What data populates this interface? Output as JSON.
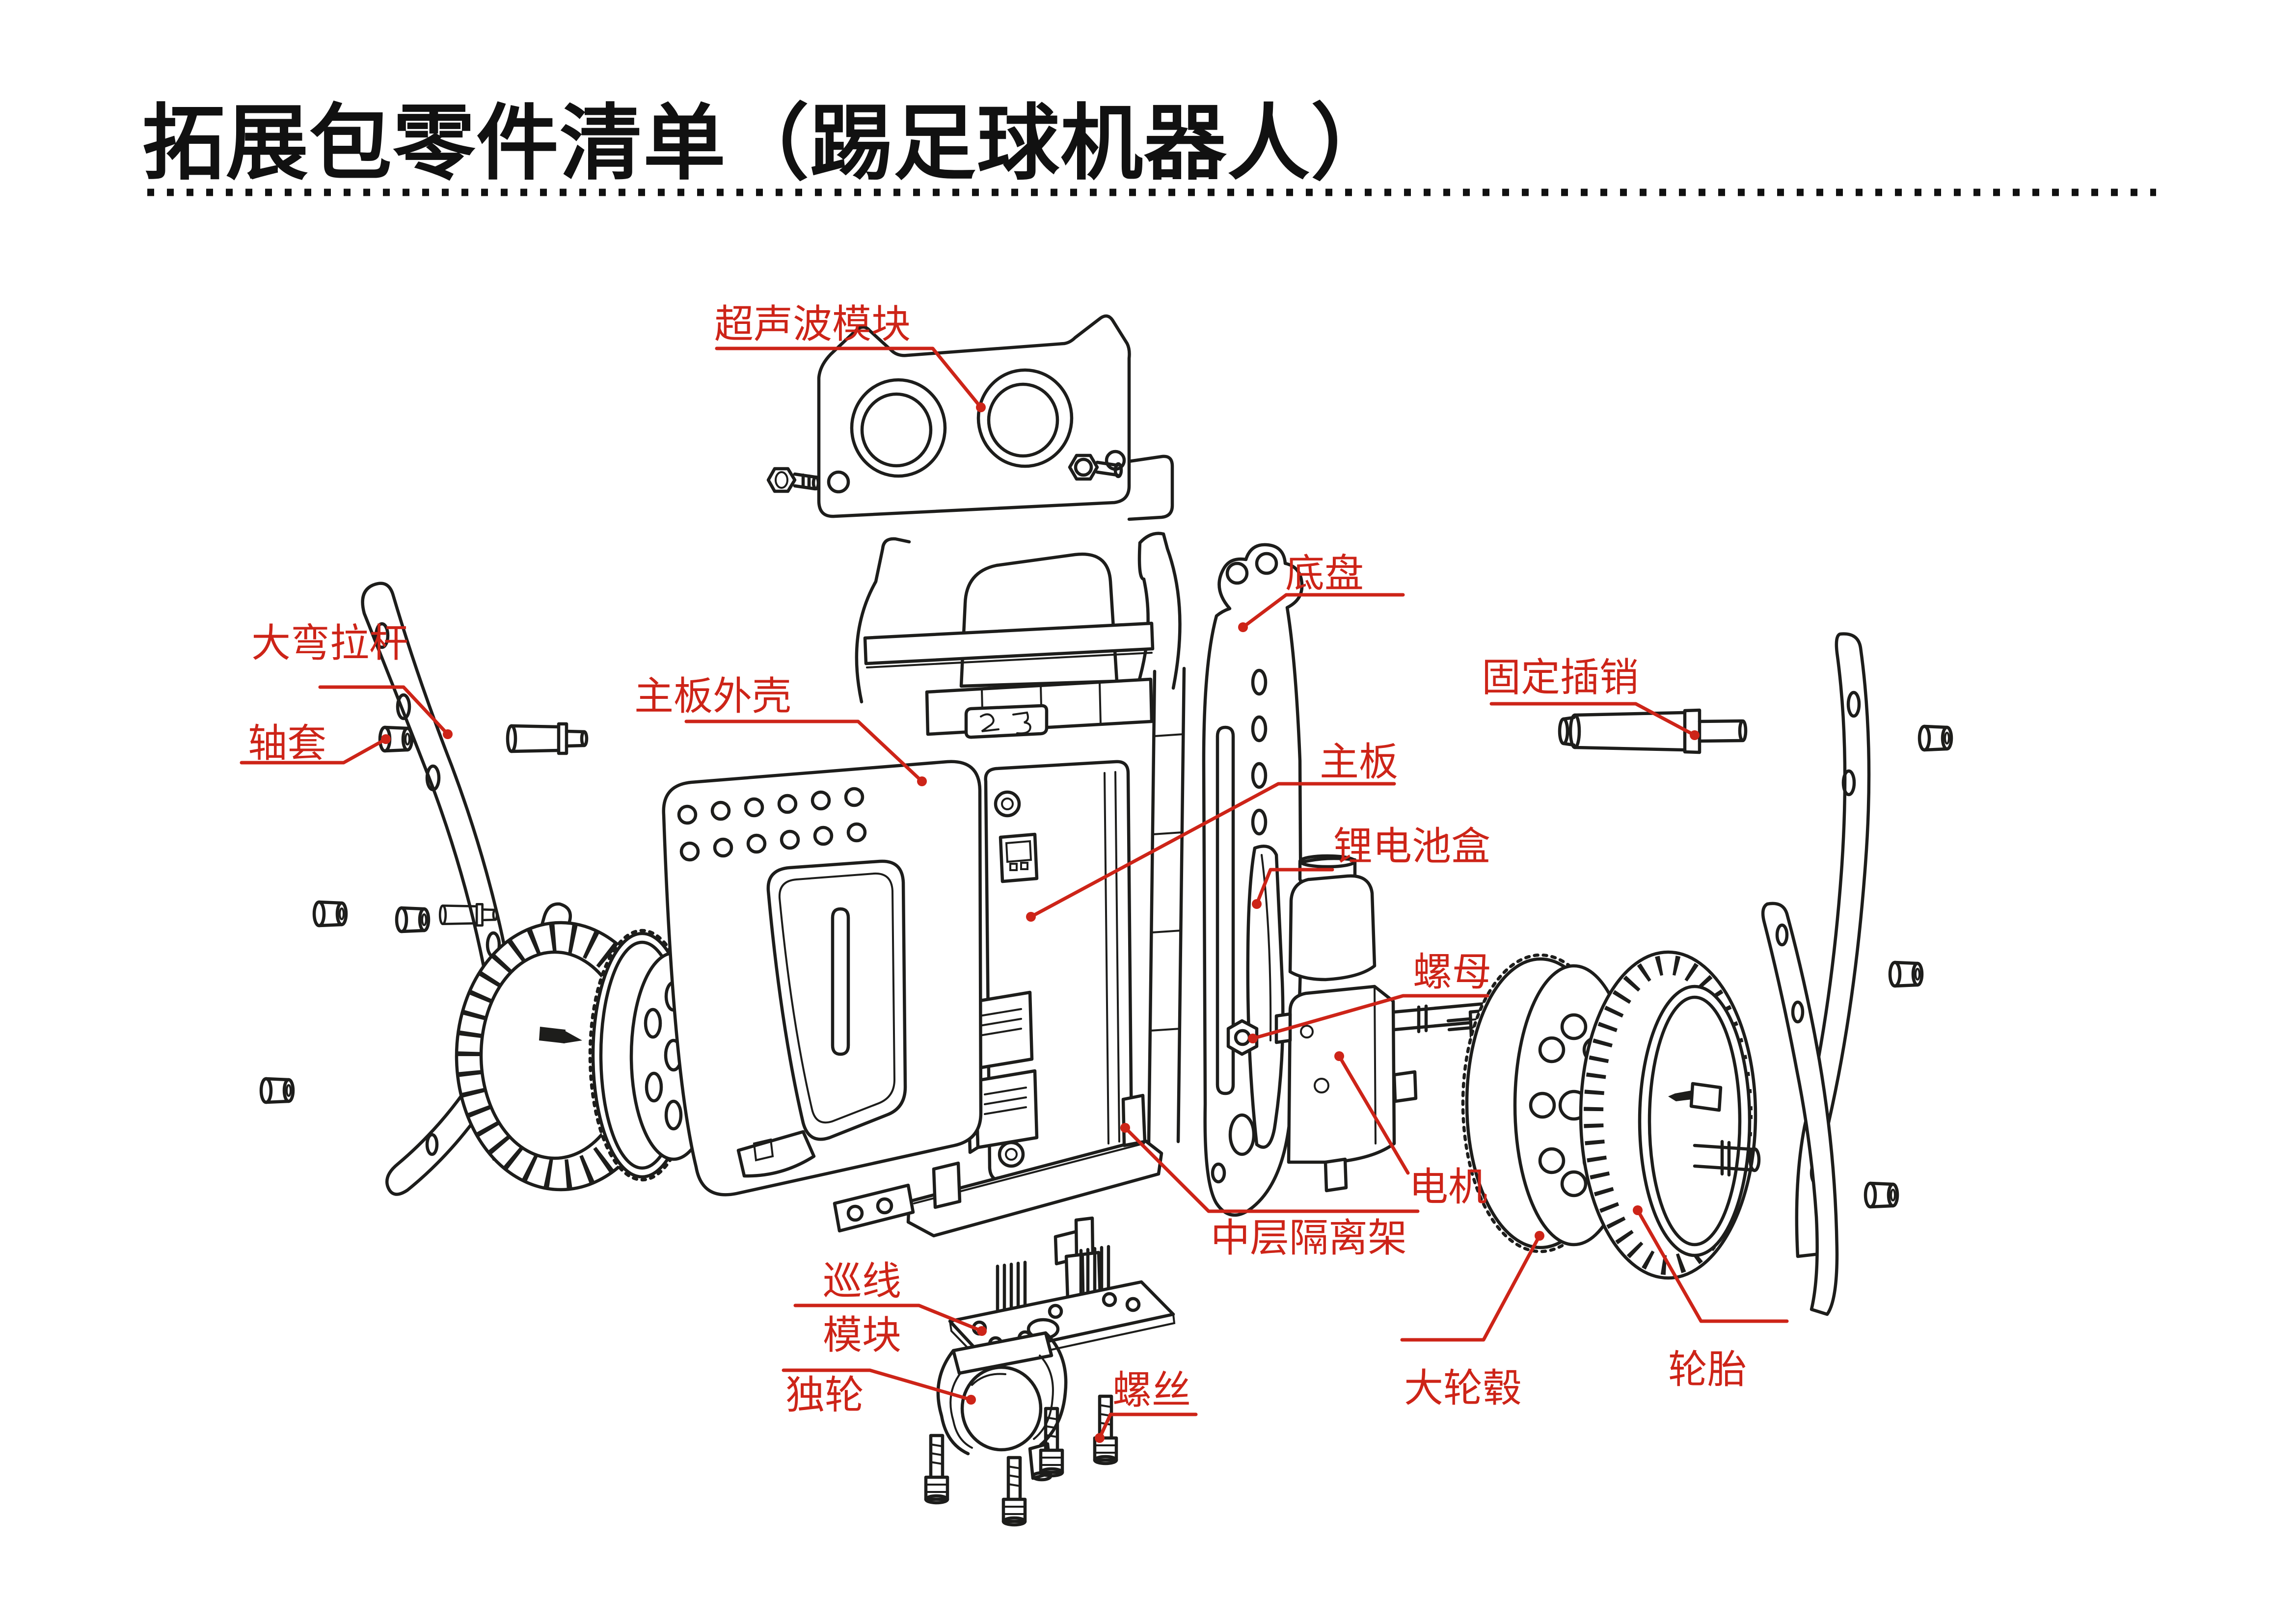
{
  "title": "拓展包零件清单（踢足球机器人）",
  "colors": {
    "label_red": "#cd2418",
    "line_black": "#1d1d1b",
    "background": "#ffffff"
  },
  "labels": {
    "ultrasonic": {
      "text": "超声波模块"
    },
    "chassis": {
      "text": "底盘"
    },
    "big_curved_rod": {
      "text": "大弯拉杆"
    },
    "bushing": {
      "text": "轴套"
    },
    "mainboard_case": {
      "text": "主板外壳"
    },
    "fixing_pin": {
      "text": "固定插销"
    },
    "mainboard": {
      "text": "主板"
    },
    "battery_box": {
      "text": "锂电池盒"
    },
    "nut": {
      "text": "螺母"
    },
    "motor": {
      "text": "电机"
    },
    "middle_frame": {
      "text": "中层隔离架"
    },
    "line_module_1": {
      "text": "巡线"
    },
    "line_module_2": {
      "text": "模块"
    },
    "caster": {
      "text": "独轮"
    },
    "screw": {
      "text": "螺丝"
    },
    "big_hub": {
      "text": "大轮毂"
    },
    "tire": {
      "text": "轮胎"
    }
  }
}
